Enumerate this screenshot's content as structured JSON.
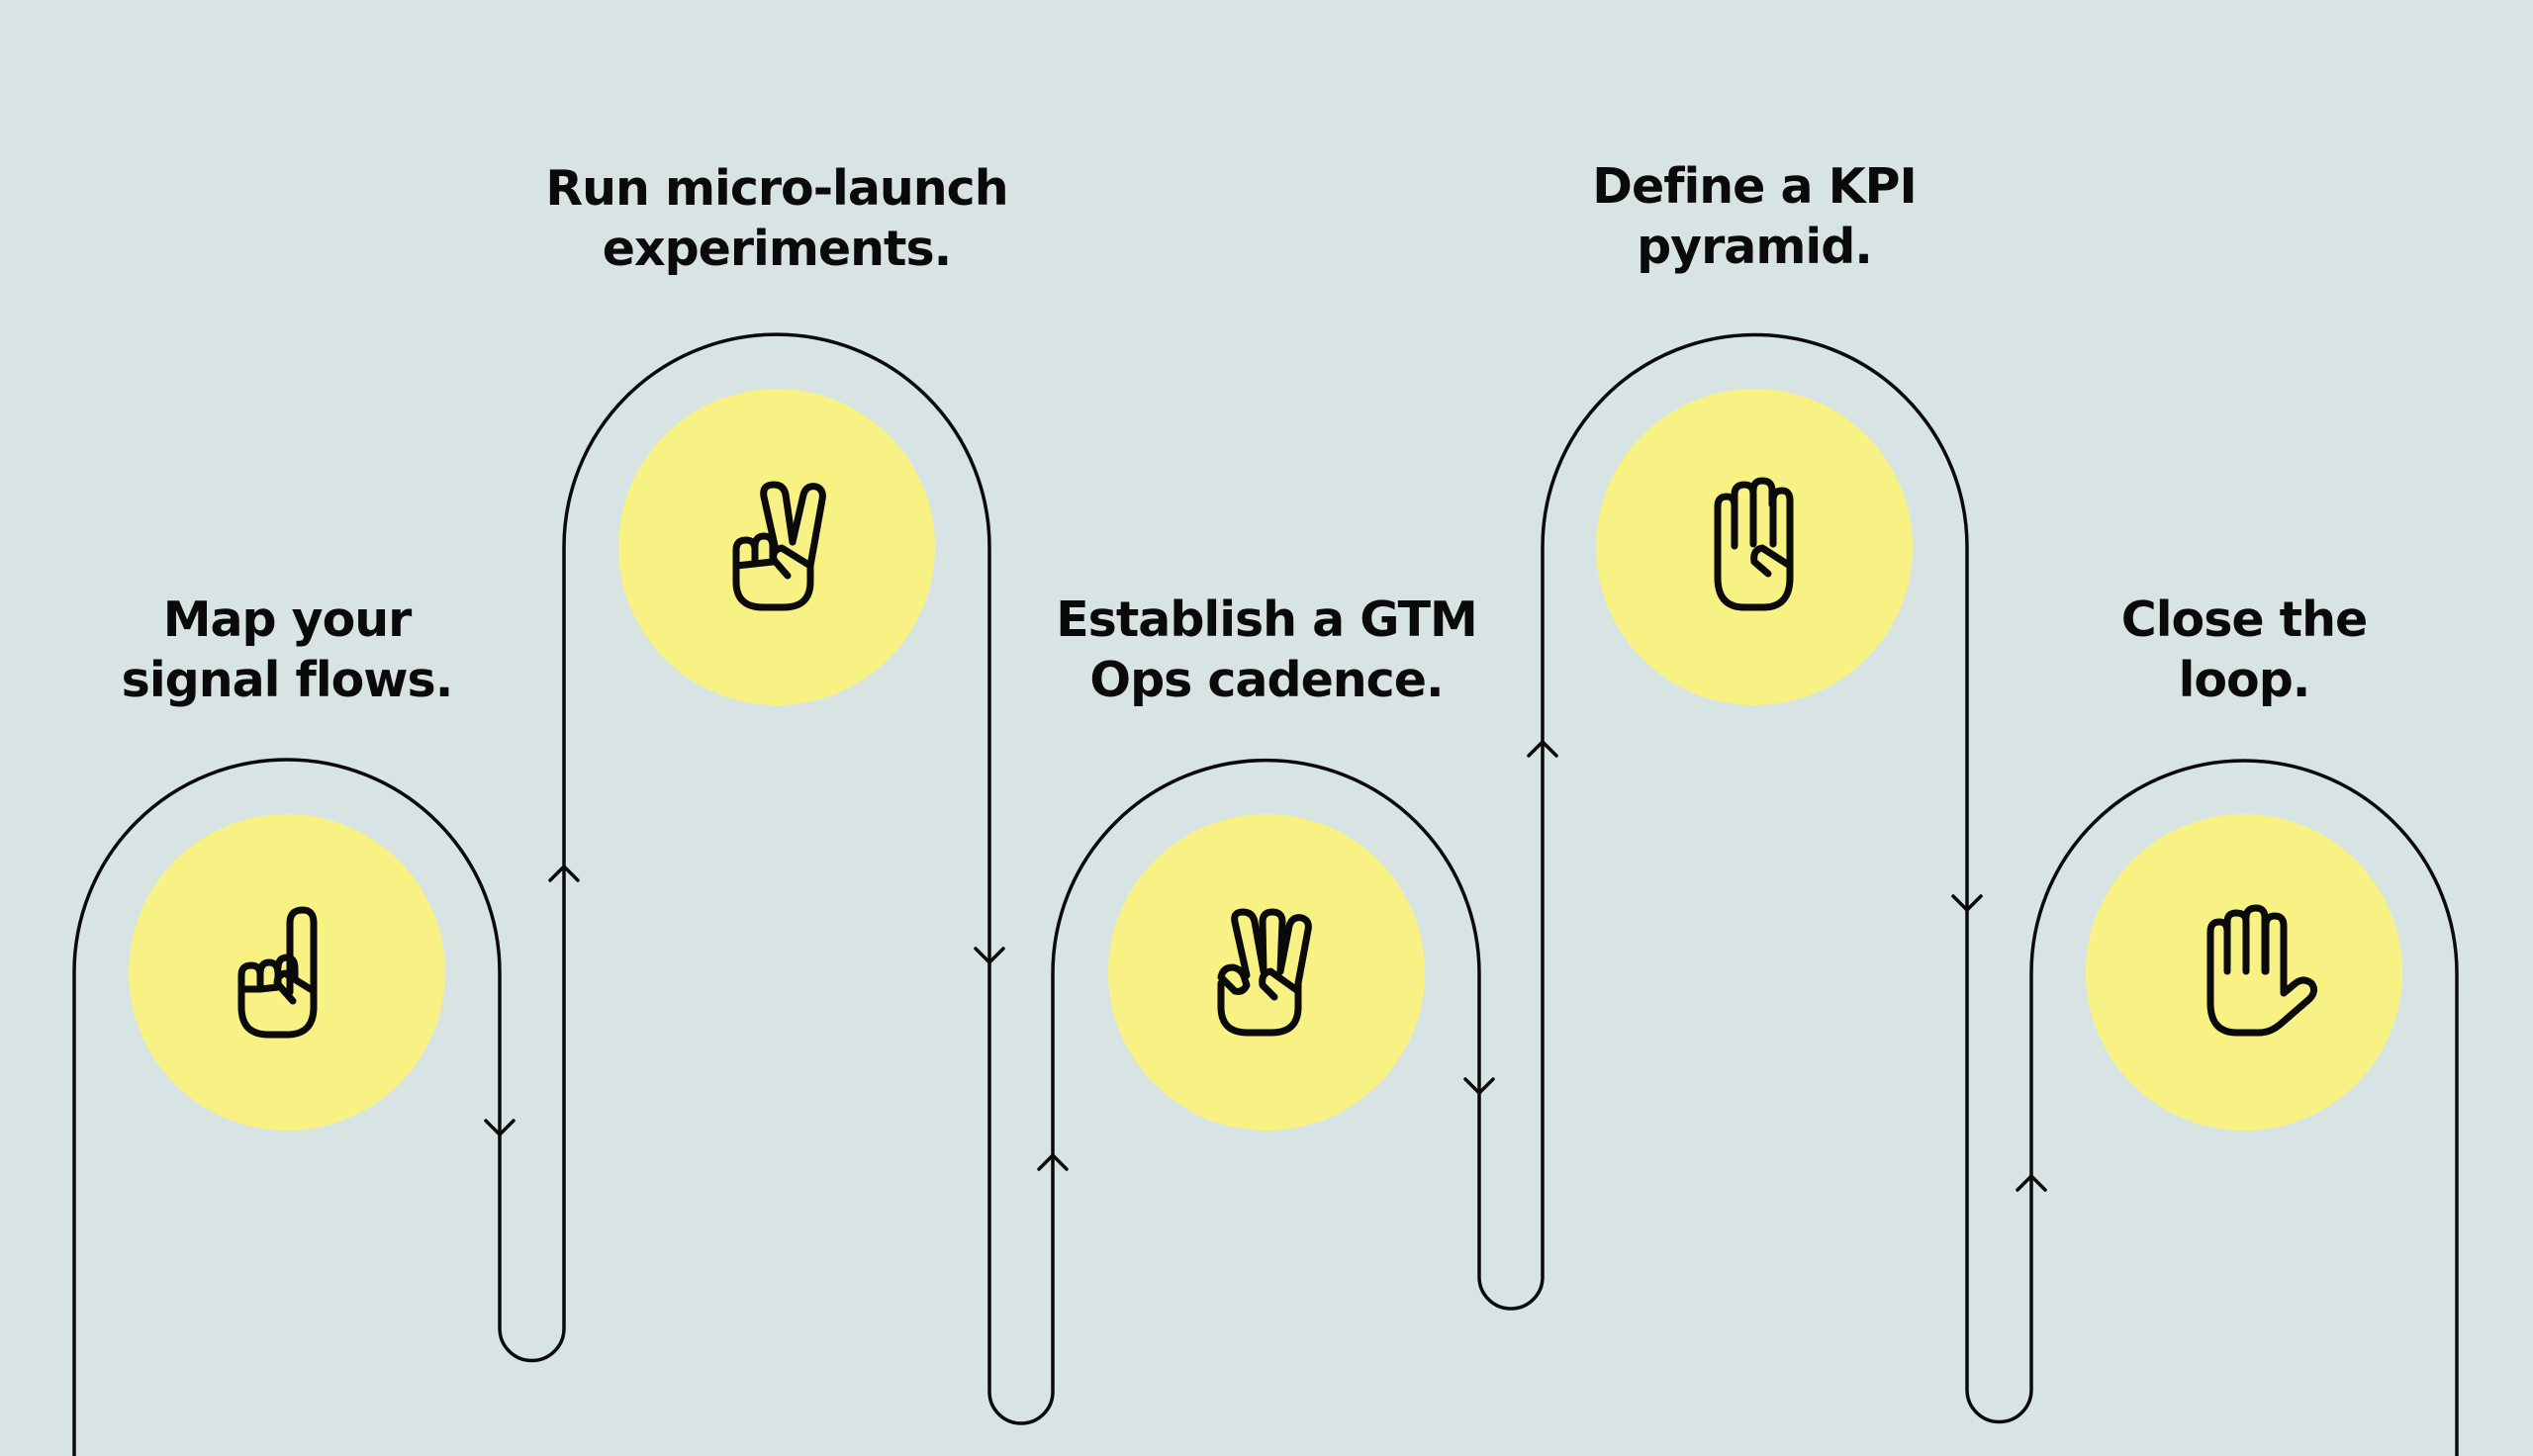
{
  "diagram": {
    "background_color": "#d8e4e3",
    "circle_color": "#f7f283",
    "line_color": "#0a0a0a",
    "steps": [
      {
        "index": 1,
        "label_line1": "Map your",
        "label_line2": "signal flows.",
        "icon": "one-finger-pointing-up-hand-icon",
        "position": "low"
      },
      {
        "index": 2,
        "label_line1": "Run micro-launch",
        "label_line2": "experiments.",
        "icon": "two-fingers-victory-hand-icon",
        "position": "high"
      },
      {
        "index": 3,
        "label_line1": "Establish a GTM",
        "label_line2": "Ops cadence.",
        "icon": "three-fingers-hand-icon",
        "position": "low"
      },
      {
        "index": 4,
        "label_line1": "Define a KPI",
        "label_line2": "pyramid.",
        "icon": "four-fingers-hand-icon",
        "position": "high"
      },
      {
        "index": 5,
        "label_line1": "Close the",
        "label_line2": "loop.",
        "icon": "open-hand-five-fingers-icon",
        "position": "low"
      }
    ]
  }
}
